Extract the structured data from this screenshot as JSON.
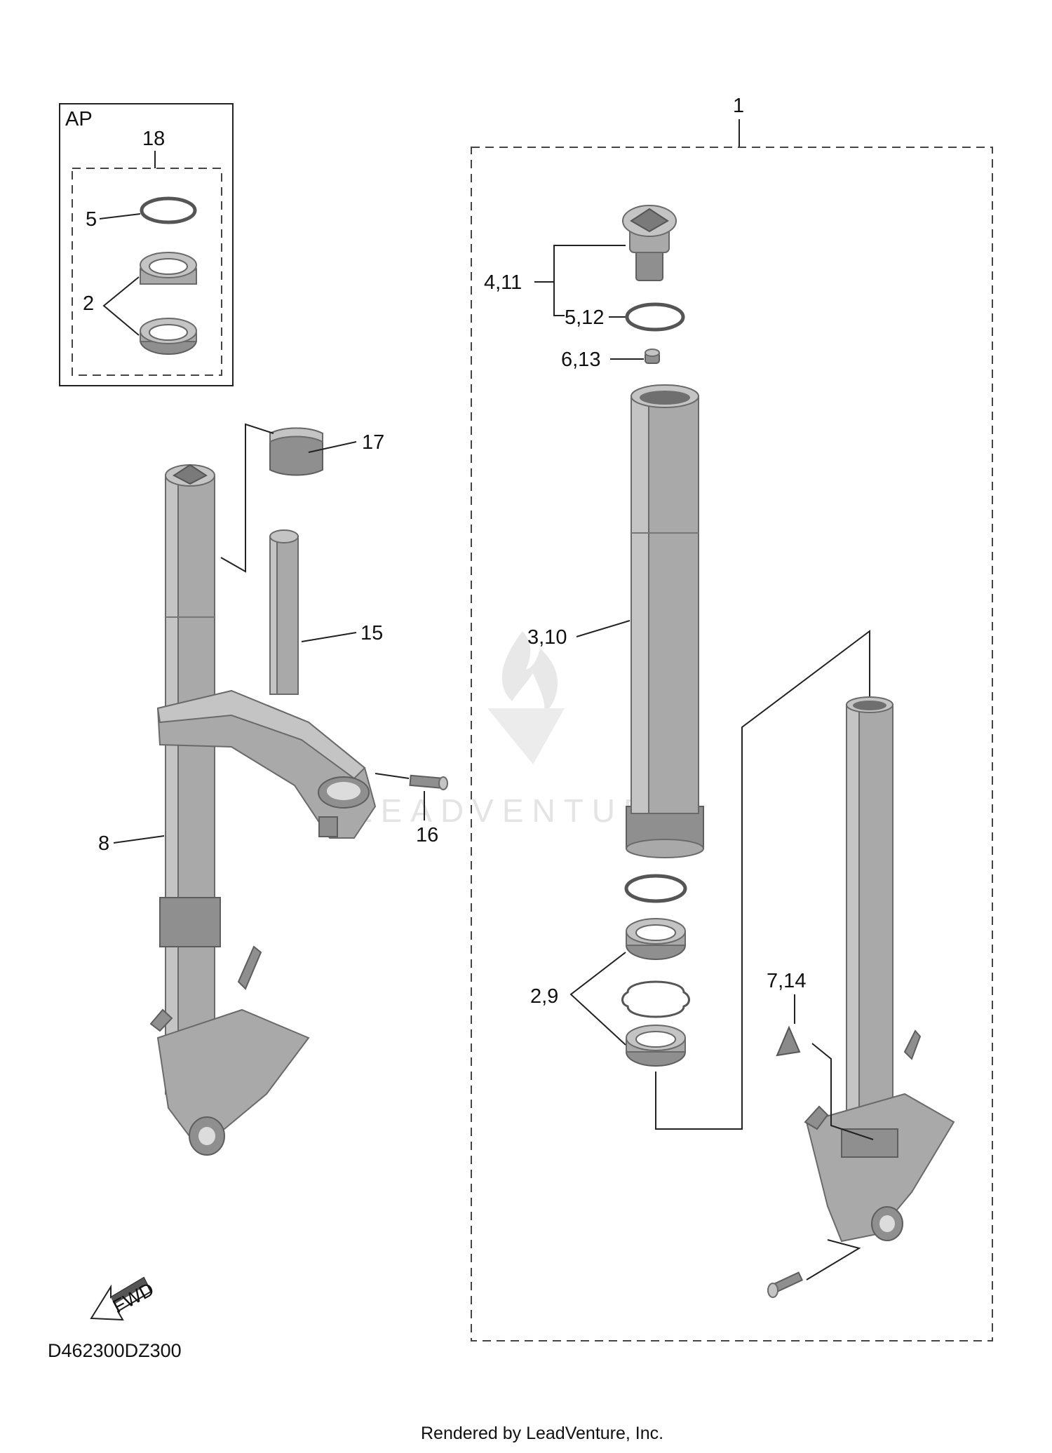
{
  "kit_box": {
    "label": "AP",
    "kit_number": "18",
    "seal_number": "5",
    "bearing_number": "2"
  },
  "assembly_number": "1",
  "callouts": {
    "cap_bolt": "4,11",
    "o_ring": "5,12",
    "nut": "6,13",
    "inner_tube": "3,10",
    "bearings": "2,9",
    "label_plate": "7,14",
    "collar": "17",
    "steering_stem": "15",
    "bolt": "16",
    "fork_assembly": "8"
  },
  "fwd_label": "FWD",
  "diagram_code": "D462300DZ300",
  "watermark": "LEADVENTURE",
  "footer": "Rendered by LeadVenture, Inc."
}
